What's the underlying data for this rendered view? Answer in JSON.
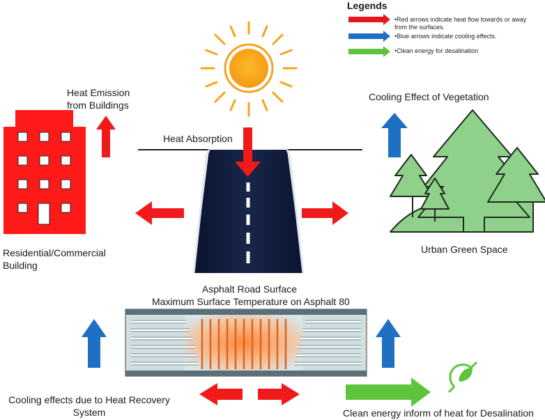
{
  "legend": {
    "title": "Legends",
    "items": [
      {
        "color": "#e8141b",
        "text_line1": "•Red arrows indicate heat flow towards or away",
        "text_line2": "from the surfaces."
      },
      {
        "color": "#1f6fc3",
        "text_line1": "•Blue arrows indicate cooling effects.",
        "text_line2": ""
      },
      {
        "color": "#5ec43b",
        "text_line1": "•Clean energy for desalination",
        "text_line2": ""
      }
    ]
  },
  "labels": {
    "heat_emission_line1": "Heat Emission",
    "heat_emission_line2": "from Buildings",
    "heat_absorption": "Heat Absorption",
    "cooling_vegetation": "Cooling Effect of Vegetation",
    "building_line1": "Residential/Commercial",
    "building_line2": "Building",
    "green_space": "Urban Green Space",
    "asphalt_line1": "Asphalt Road Surface",
    "asphalt_line2": "Maximum Surface Temperature on Asphalt  80",
    "heat_recovery_line1": "Cooling effects due to Heat Recovery",
    "heat_recovery_line2": "System",
    "clean_energy": "Clean energy inform of heat for Desalination"
  },
  "colors": {
    "heat_arrow": "#f01a1a",
    "cool_arrow": "#1f6fc3",
    "energy_arrow": "#5ec43b",
    "building": "#ff1a1a",
    "tree": "#8fd18b",
    "road": "#0d1733",
    "sun": "#f7a21b"
  },
  "icons": [
    "sun-icon",
    "building-icon",
    "trees-icon",
    "road-icon",
    "pipes-icon",
    "eco-plug-icon"
  ]
}
